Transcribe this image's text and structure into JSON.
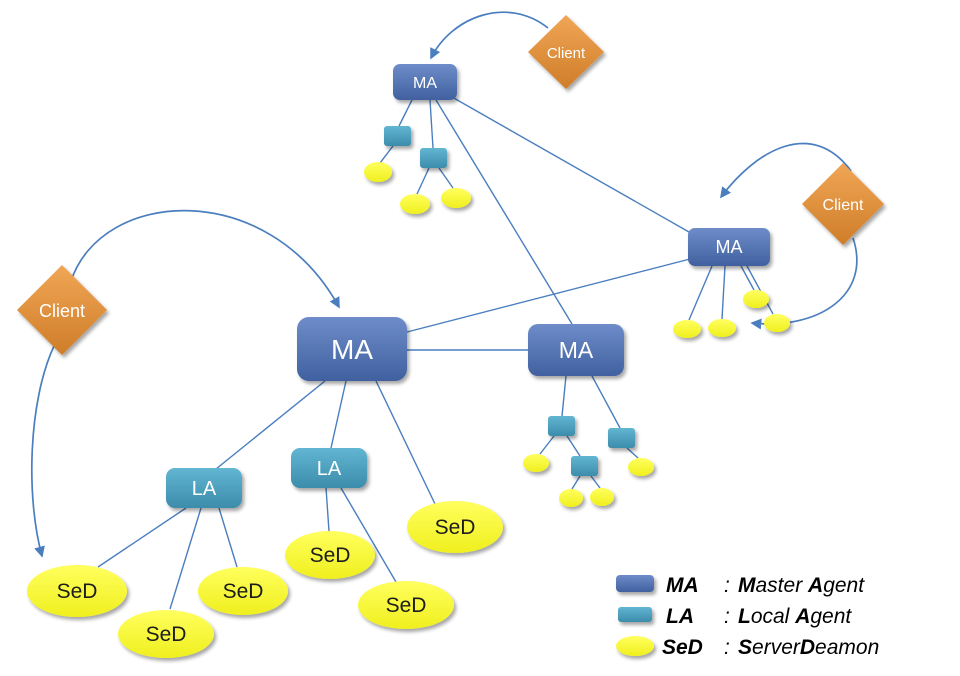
{
  "labels": {
    "client": "Client",
    "ma": "MA",
    "la": "LA",
    "sed": "SeD"
  },
  "legend": {
    "items": [
      {
        "key": "MA",
        "colon": ":",
        "desc": [
          {
            "t": "M",
            "bold": true
          },
          {
            "t": "aster ",
            "bold": false
          },
          {
            "t": "A",
            "bold": true
          },
          {
            "t": "gent",
            "bold": false
          }
        ]
      },
      {
        "key": "LA",
        "colon": ":",
        "desc": [
          {
            "t": "L",
            "bold": true
          },
          {
            "t": "ocal ",
            "bold": false
          },
          {
            "t": "A",
            "bold": true
          },
          {
            "t": "gent",
            "bold": false
          }
        ]
      },
      {
        "key": "SeD",
        "colon": ":",
        "desc": [
          {
            "t": "S",
            "bold": true
          },
          {
            "t": "erver",
            "bold": false
          },
          {
            "t": "D",
            "bold": true
          },
          {
            "t": "eamon",
            "bold": false
          }
        ]
      }
    ]
  },
  "colors": {
    "master_agent": "#4e72b8",
    "local_agent": "#4ba3c3",
    "server_daemon": "#fafa3c",
    "client": "#e2893b",
    "connector": "#4a7ebf"
  }
}
